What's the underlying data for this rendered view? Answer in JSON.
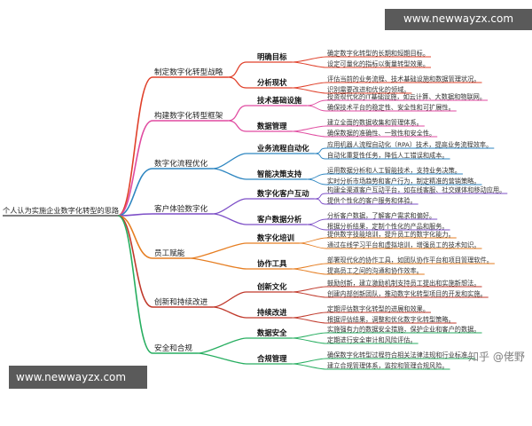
{
  "root": "个人认为实施企业数字化转型的思路",
  "branches": [
    {
      "label": "制定数字化转型战略",
      "color": "#e0402a",
      "subs": [
        {
          "label": "明确目标",
          "leaves": [
            "确定数字化转型的长期和短期目标。",
            "设定可量化的指标以衡量转型效果。"
          ]
        },
        {
          "label": "分析现状",
          "leaves": [
            "评估当前的业务流程、技术基础设施和数据管理状况。",
            "识别需要改进和优化的领域。"
          ]
        }
      ]
    },
    {
      "label": "构建数字化转型框架",
      "color": "#e04aa0",
      "subs": [
        {
          "label": "技术基础设施",
          "leaves": [
            "投资现代化的IT基础设施，如云计算、大数据和物联网。",
            "确保技术平台的稳定性、安全性和可扩展性。"
          ]
        },
        {
          "label": "数据管理",
          "leaves": [
            "建立全面的数据收集和管理体系。",
            "确保数据的准确性、一致性和安全性。"
          ]
        }
      ]
    },
    {
      "label": "数字化流程优化",
      "color": "#2e86c1",
      "subs": [
        {
          "label": "业务流程自动化",
          "leaves": [
            "应用机器人流程自动化（RPA）技术，提高业务流程效率。",
            "自动化重复性任务，降低人工错误和成本。"
          ]
        },
        {
          "label": "智能决策支持",
          "leaves": [
            "运用数据分析和人工智能技术，支持业务决策。",
            "实时分析市场趋势和客户行为，制定精准的营销策略。"
          ]
        }
      ]
    },
    {
      "label": "客户体验数字化",
      "color": "#7d4fc7",
      "subs": [
        {
          "label": "数字化客户互动",
          "leaves": [
            "构建全渠道客户互动平台，如在线客服、社交媒体和移动应用。",
            "提供个性化的客户服务和体验。"
          ]
        },
        {
          "label": "客户数据分析",
          "leaves": [
            "分析客户数据，了解客户需求和偏好。",
            "根据分析结果，定制个性化的产品和服务。"
          ]
        }
      ]
    },
    {
      "label": "员工赋能",
      "color": "#e67e22",
      "subs": [
        {
          "label": "数字化培训",
          "leaves": [
            "提供数字技能培训，提升员工的数字化能力。",
            "通过在线学习平台和虚拟培训，增强员工的技术知识。"
          ]
        },
        {
          "label": "协作工具",
          "leaves": [
            "部署现代化的协作工具，如团队协作平台和项目管理软件。",
            "提高员工之间的沟通和协作效率。"
          ]
        }
      ]
    },
    {
      "label": "创新和持续改进",
      "color": "#c0392b",
      "subs": [
        {
          "label": "创新文化",
          "leaves": [
            "鼓励创新，建立激励机制支持员工提出和实施新想法。",
            "创建内部创新团队，推动数字化转型项目的开发和实施。"
          ]
        },
        {
          "label": "持续改进",
          "leaves": [
            "定期评估数字化转型的进展和效果。",
            "根据评估结果，调整和优化数字化转型策略。"
          ]
        }
      ]
    },
    {
      "label": "安全和合规",
      "color": "#27ae60",
      "subs": [
        {
          "label": "数据安全",
          "leaves": [
            "实施强有力的数据安全措施，保护企业和客户的数据。",
            "定期进行安全审计和风险评估。"
          ]
        },
        {
          "label": "合规管理",
          "leaves": [
            "确保数字化转型过程符合相关法律法规和行业标准。",
            "建立合规管理体系，监控和管理合规风险。"
          ]
        }
      ]
    }
  ],
  "watermarks": {
    "top": "www.newwayzx.com",
    "bottom": "www.newwayzx.com",
    "zhihu": "知乎 @佬野"
  }
}
